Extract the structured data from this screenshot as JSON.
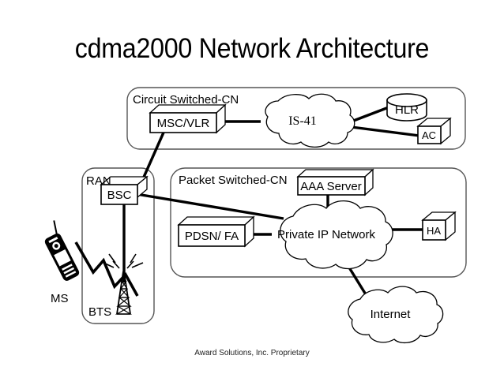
{
  "slide": {
    "title": "cdma2000 Network Architecture",
    "footer": "Award Solutions, Inc. Proprietary"
  },
  "zones": [
    {
      "id": "circuit-switched-cn",
      "label": "Circuit Switched-CN"
    },
    {
      "id": "ran",
      "label": "RAN"
    },
    {
      "id": "packet-switched-cn",
      "label": "Packet Switched-CN"
    }
  ],
  "nodes": {
    "msc_vlr": "MSC/VLR",
    "hlr": "HLR",
    "ac": "AC",
    "bsc": "BSC",
    "aaa_server": "AAA Server",
    "pdsn_fa": "PDSN/ FA",
    "ha": "HA",
    "ms": "MS",
    "bts": "BTS"
  },
  "clouds": {
    "is41": "IS-41",
    "private_ip": "Private IP Network",
    "internet": "Internet"
  },
  "colors": {
    "background": "#ffffff",
    "line": "#000000",
    "zone_border": "#555555",
    "text": "#000000"
  }
}
